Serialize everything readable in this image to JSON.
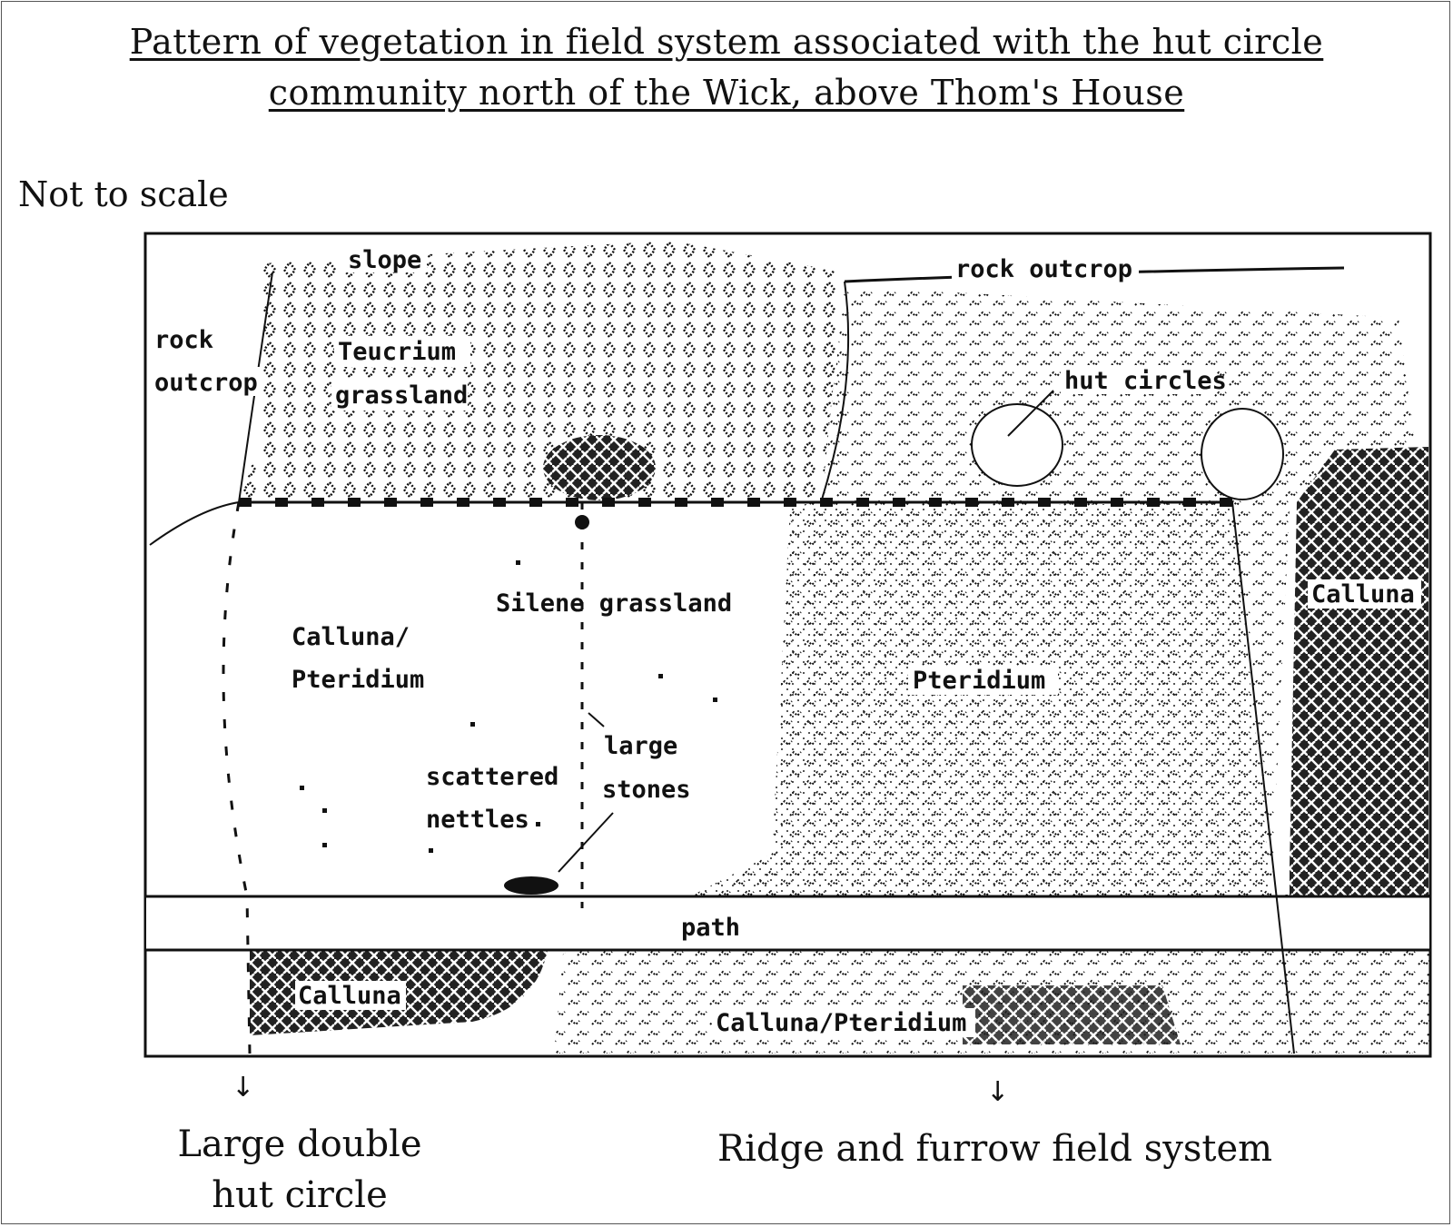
{
  "title": {
    "line1": "Pattern of vegetation in field system associated with the hut circle",
    "line2": "community north of the Wick, above Thom's House"
  },
  "scale_note": "Not to scale",
  "labels": {
    "slope": "slope",
    "rock_outcrop_top": "rock outcrop",
    "rock": "rock",
    "outcrop": "outcrop",
    "teucrium": "Teucrium",
    "grassland": "grassland",
    "hut_circles": "hut circles",
    "silene_grassland": "Silene grassland",
    "calluna_slash": "Calluna/",
    "pteridium_left": "Pteridium",
    "calluna_right": "Calluna",
    "pteridium_mid": "Pteridium",
    "large": "large",
    "stones": "stones",
    "scattered": "scattered",
    "nettles": "nettles",
    "path": "path",
    "calluna_bottom": "Calluna",
    "calluna_pteridium_bottom": "Calluna/Pteridium"
  },
  "captions": {
    "left_line1": "Large double",
    "left_line2": "hut circle",
    "right": "Ridge and furrow field system",
    "arrow": "↓"
  }
}
